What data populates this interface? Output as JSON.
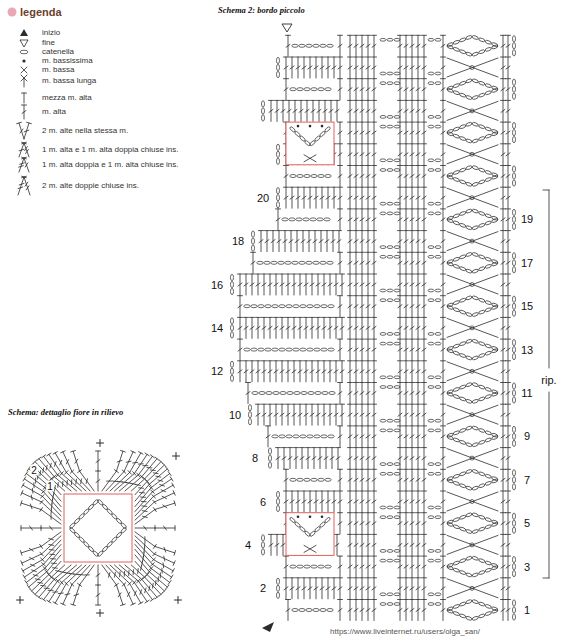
{
  "diagram": {
    "labels": [
      "legenda",
      "Schema 2: bordo piccolo",
      "20",
      "18",
      "16",
      "14",
      "12",
      "10",
      "8",
      "6",
      "4",
      "2",
      "19",
      "17",
      "15",
      "13",
      "11",
      "9",
      "7",
      "5",
      "3",
      "1",
      "rip.",
      "Schema: dettaglio fiore in rilievo",
      "2",
      "1",
      "https://www.liveinternet.ru/users/olga_san/"
    ],
    "legend": [
      {
        "text": "inizio"
      },
      {
        "text": "fine"
      },
      {
        "text": "catenella"
      },
      {
        "text": "m. bassissima"
      },
      {
        "text": "m. bassa"
      },
      {
        "text": "m. bassa lunga"
      },
      {
        "text": "mezza m. alta"
      },
      {
        "text": "m. alta"
      },
      {
        "text": "2 m. alte nella stessa m."
      },
      {
        "text": "1 m. alta e 1 m. alta doppia chiuse ins."
      },
      {
        "text": "1 m. alta doppia e 1 m. alta chiuse ins."
      },
      {
        "text": "2 m. alte doppie chiuse ins."
      }
    ]
  }
}
